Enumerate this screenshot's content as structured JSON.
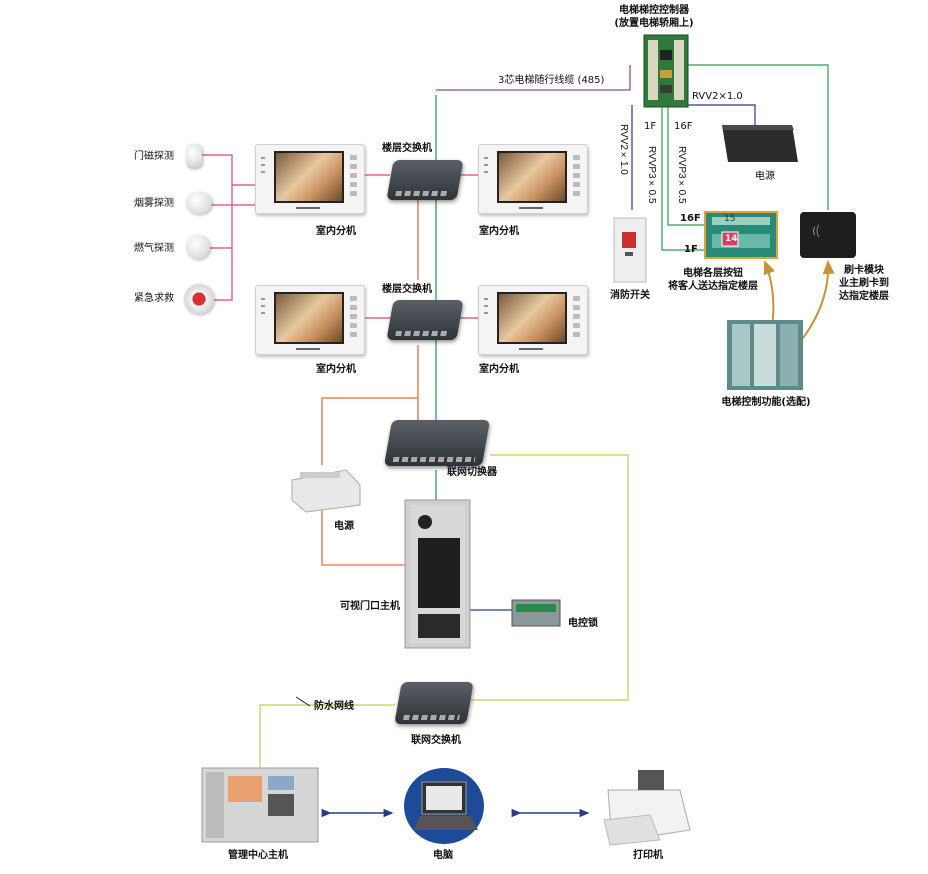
{
  "title": {
    "line1": "电梯梯控控制器",
    "line2": "(放置电梯轿厢上)"
  },
  "cables": {
    "elevator_cable": "3芯电梯随行线缆 (485)",
    "power_cable": "RVV2×1.0",
    "rvv_a": "RVV2×1.0",
    "rvvp_a": "RVVP3×0.5",
    "rvvp_b": "RVVP3×0.5",
    "waterproof": "防水网线"
  },
  "floors": {
    "f1_top": "1F",
    "f16_top": "16F",
    "f16_panel": "16F",
    "f1_panel": "1F",
    "panel_floor": "14",
    "panel_floor_small": "15"
  },
  "sensors": {
    "door": "门磁探测",
    "smoke": "烟雾探测",
    "gas": "燃气探测",
    "emergency": "紧急求救"
  },
  "devices": {
    "monitor_1": "室内分机",
    "monitor_2": "室内分机",
    "monitor_3": "室内分机",
    "monitor_4": "室内分机",
    "floor_switch_1": "楼层交换机",
    "floor_switch_2": "楼层交换机",
    "power_top": "电源",
    "fire_switch": "消防开关",
    "buttons_line1": "电梯各层按钮",
    "buttons_line2": "将客人送达指定楼层",
    "card_line1": "刷卡模块",
    "card_line2": "业主刷卡到",
    "card_line3": "达指定楼层",
    "elevator_option": "电梯控制功能(选配)",
    "network_switcher": "联网切换器",
    "power_mid": "电源",
    "door_station": "可视门口主机",
    "lock": "电控锁",
    "network_switch": "联网交换机",
    "management": "管理中心主机",
    "computer": "电脑",
    "printer": "打印机"
  },
  "colors": {
    "pink": "#e0457a",
    "green": "#2e9e5a",
    "purple": "#8a4a9a",
    "orange": "#e8703a",
    "lime": "#c8d86a",
    "navy": "#2a3a8a",
    "gold": "#c8923a"
  }
}
